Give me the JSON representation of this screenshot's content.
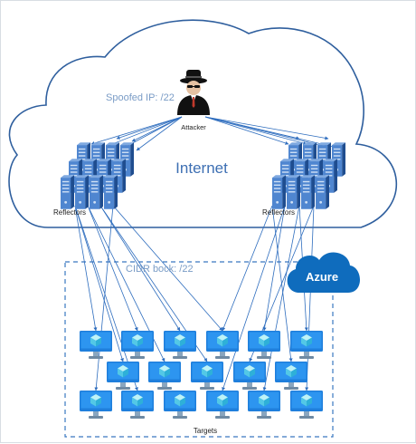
{
  "labels": {
    "spoofed_ip": "Spoofed IP: /22",
    "attacker": "Attacker",
    "internet": "Internet",
    "reflectors_left": "Reflectors",
    "reflectors_right": "Reflectors",
    "cidr_block": "CIDR bock: /22",
    "azure": "Azure",
    "targets": "Targets"
  },
  "colors": {
    "cloud_stroke": "#2f5f9e",
    "cidr_border": "#3a78c0",
    "arrow": "#2e6dbe",
    "server_dark": "#1f4d8f",
    "server_light": "#4f86d0",
    "monitor": "#1f7fdc",
    "azure_cloud": "#0f6cbd",
    "internet_text": "#3d6fb3",
    "muted_text": "#7a9cc6"
  },
  "icons": {
    "attacker": "hacker-icon",
    "reflector": "server-rack-icon",
    "target": "vm-monitor-icon",
    "azure": "azure-cloud-icon"
  }
}
